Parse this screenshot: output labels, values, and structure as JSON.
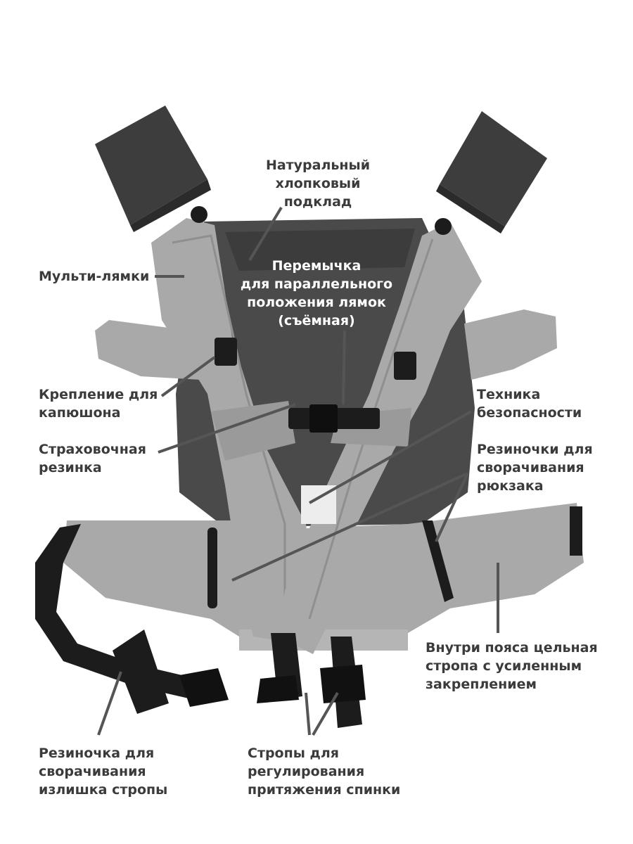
{
  "labels": {
    "natural_lining": "Натуральный\nхлопковый\nподклад",
    "bridge": "Перемычка\nдля параллельного\nположения лямок\n(съёмная)",
    "multi_straps": "Мульти-лямки",
    "hood_mount": "Крепление для\nкапюшона",
    "safety_elastic": "Страховочная\nрезинка",
    "safety_tech": "Техника\nбезопасности",
    "roll_elastics": "Резиночки для\nсворачивания\nрюкзака",
    "waist_strap": "Внутри пояса цельная\nстропа с усиленным\nзакреплением",
    "excess_elastic": "Резиночка для\nсворачивания\nизлишка стропы",
    "back_straps": "Стропы для\nрегулирования\nпритяжения спинки"
  },
  "colors": {
    "background": "#ffffff",
    "panel_dark": "#4a4a4a",
    "strap_light": "#a9a9a9",
    "webbing": "#1c1c1c",
    "pointer": "#555555",
    "text": "#3b3b3b"
  }
}
